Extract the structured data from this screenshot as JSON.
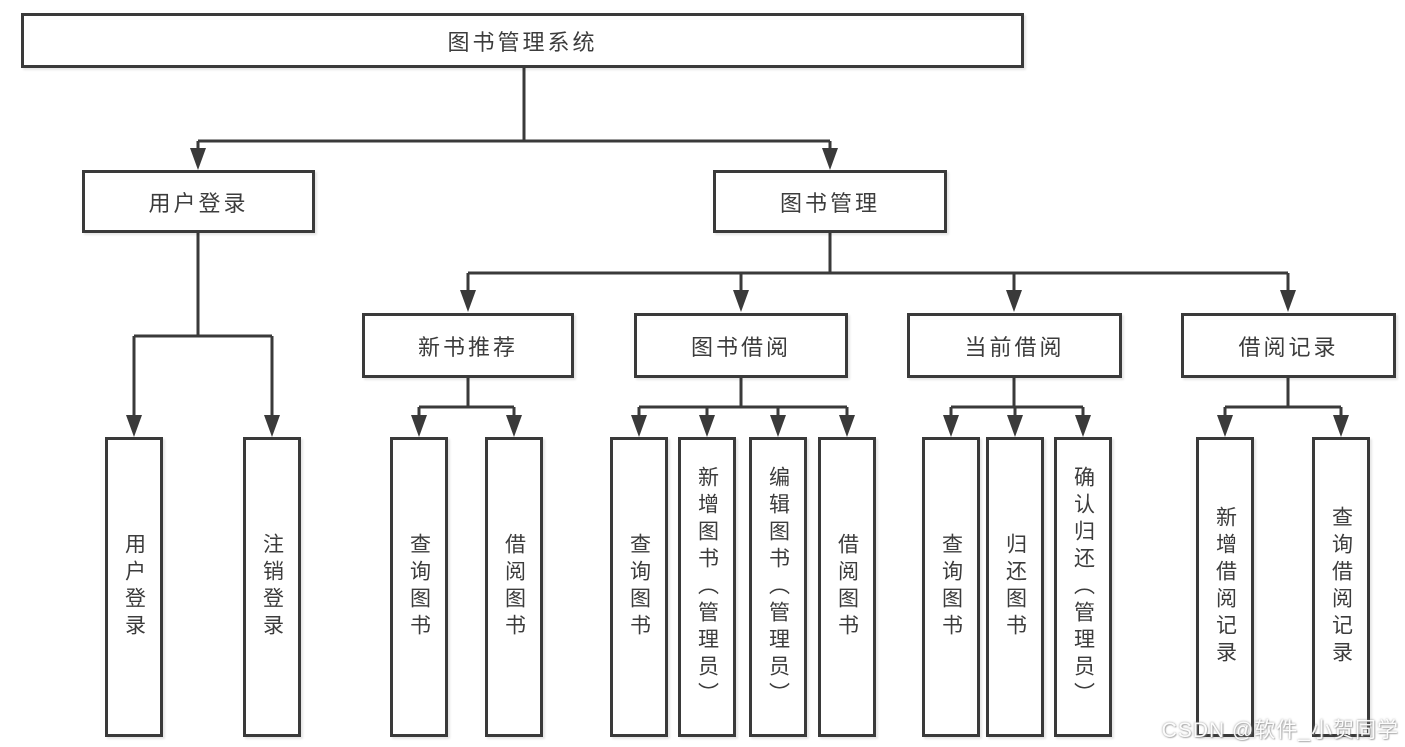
{
  "tree": {
    "label": "图书管理系统",
    "children": [
      {
        "label": "用户登录",
        "children": [
          {
            "label": "用户登录"
          },
          {
            "label": "注销登录"
          }
        ]
      },
      {
        "label": "图书管理",
        "children": [
          {
            "label": "新书推荐",
            "children": [
              {
                "label": "查询图书"
              },
              {
                "label": "借阅图书"
              }
            ]
          },
          {
            "label": "图书借阅",
            "children": [
              {
                "label": "查询图书"
              },
              {
                "label": "新增图书（管理员）"
              },
              {
                "label": "编辑图书（管理员）"
              },
              {
                "label": "借阅图书"
              }
            ]
          },
          {
            "label": "当前借阅",
            "children": [
              {
                "label": "查询图书"
              },
              {
                "label": "归还图书"
              },
              {
                "label": "确认归还（管理员）"
              }
            ]
          },
          {
            "label": "借阅记录",
            "children": [
              {
                "label": "新增借阅记录"
              },
              {
                "label": "查询借阅记录"
              }
            ]
          }
        ]
      }
    ]
  },
  "watermark": {
    "text": "CSDN @软件_小贺同学"
  },
  "colors": {
    "line": "#3a3a3a",
    "text": "#3c3c3c",
    "background": "#ffffff",
    "watermark": "#ededed"
  }
}
